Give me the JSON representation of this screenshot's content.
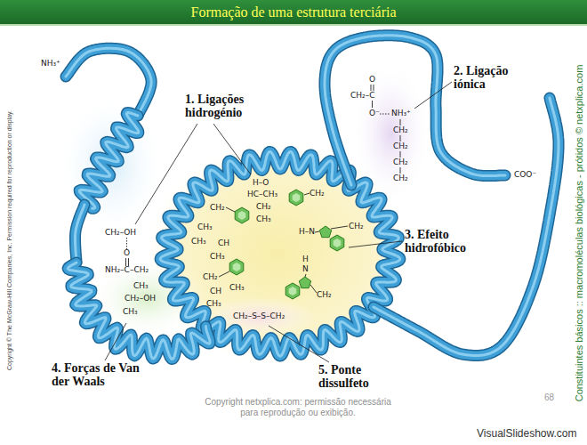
{
  "diagram": {
    "title": "Formação de uma estrutura terciária",
    "labels": [
      "NH₃⁺",
      "1. Ligações hidrogénio",
      "2. Ligação iónica",
      "O",
      "CH₂–C",
      "O⁻",
      "NH₃⁺",
      "CH₂",
      "CH₂",
      "CH₂",
      "CH₂",
      "COO⁻",
      "H–O",
      "HC–CH₃",
      "CH₂",
      "CH₃",
      "CH₂",
      "CH₂",
      "CH₃",
      "CH₃",
      "CH",
      "CH₃",
      "H–N",
      "CH₂",
      "3. Efeito hidrofóbico",
      "H",
      "N",
      "CH₂",
      "CH₂–OH",
      "O",
      "NH₂–C–CH₂",
      "CH₂",
      "CH",
      "CH₃",
      "CH₃",
      "CH₃",
      "CH₂–OH",
      "CH₃",
      "CH₂–S–S–CH₂",
      "4. Forças de Van der Waals",
      "5. Ponte dissulfeto",
      "Copyright © The McGraw-Hill Companies, Inc. Permission required for reproduction or display.",
      "Constituintes básicos :: macromoléculas biológicas - prótidos © netxplica.com",
      "Copyright netxplica.com: permissão necessária para reprodução ou exibição.",
      "68",
      "VisualSlideshow.com"
    ]
  }
}
